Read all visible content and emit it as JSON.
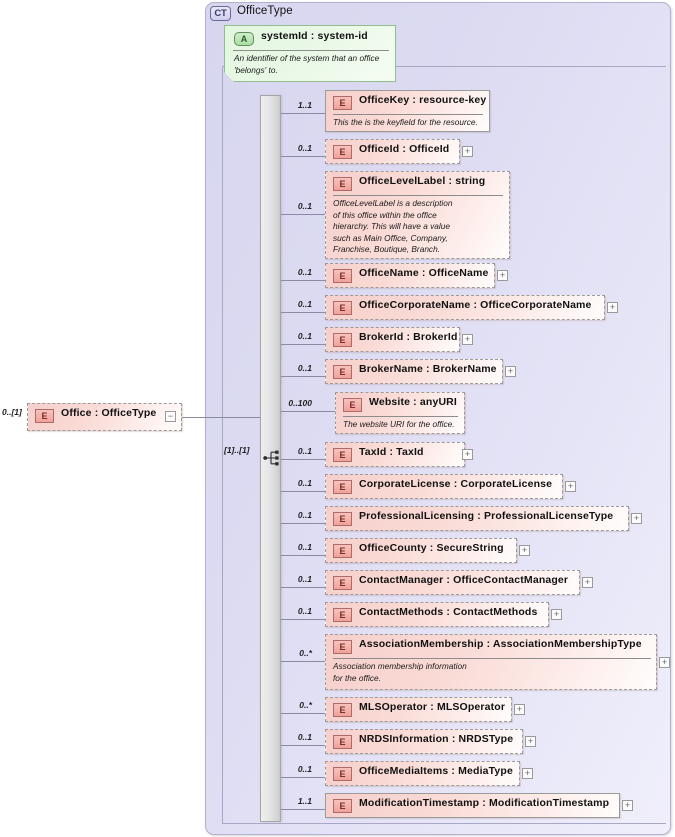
{
  "diagram": {
    "kind": "xsd-schema-diagram",
    "complex_type": {
      "badge": "CT",
      "title": "OfficeType"
    },
    "root_element": {
      "badge": "E",
      "cardinality": "0..[1]",
      "title": "Office       : OfficeType",
      "toggle": "−"
    },
    "sequence": {
      "cardinality": "[1]..[1]",
      "icon": "sequence-compositor-icon"
    },
    "attribute": {
      "badge": "A",
      "title": "systemId : system-id",
      "annotation": "An identifier of the system that an office 'belongs' to."
    },
    "elements": [
      {
        "badge": "E",
        "cardinality": "1..1",
        "title": "OfficeKey : resource-key",
        "annotation": "This the is the keyfield for the resource.",
        "required": true,
        "toggle": null
      },
      {
        "badge": "E",
        "cardinality": "0..1",
        "title": "OfficeId   : OfficeId",
        "annotation": null,
        "required": false,
        "toggle": "+"
      },
      {
        "badge": "E",
        "cardinality": "0..1",
        "title": "OfficeLevelLabel : string",
        "annotation": "OfficeLevelLabel is a description\nof this office within the office\nhierarchy. This will have a value\nsuch as Main Office, Company,\nFranchise, Boutique, Branch.",
        "required": false,
        "toggle": null
      },
      {
        "badge": "E",
        "cardinality": "0..1",
        "title": "OfficeName : OfficeName",
        "annotation": null,
        "required": false,
        "toggle": "+"
      },
      {
        "badge": "E",
        "cardinality": "0..1",
        "title": "OfficeCorporateName : OfficeCorporateName",
        "annotation": null,
        "required": false,
        "toggle": "+"
      },
      {
        "badge": "E",
        "cardinality": "0..1",
        "title": "BrokerId : BrokerId",
        "annotation": null,
        "required": false,
        "toggle": "+"
      },
      {
        "badge": "E",
        "cardinality": "0..1",
        "title": "BrokerName : BrokerName",
        "annotation": null,
        "required": false,
        "toggle": "+"
      },
      {
        "badge": "E",
        "cardinality": "0..100",
        "title": "Website  : anyURI",
        "annotation": "The website URI for the office.",
        "required": false,
        "toggle": null
      },
      {
        "badge": "E",
        "cardinality": "0..1",
        "title": "TaxId      : TaxId",
        "annotation": null,
        "required": false,
        "toggle": "+"
      },
      {
        "badge": "E",
        "cardinality": "0..1",
        "title": "CorporateLicense : CorporateLicense",
        "annotation": null,
        "required": false,
        "toggle": "+"
      },
      {
        "badge": "E",
        "cardinality": "0..1",
        "title": "ProfessionalLicensing : ProfessionalLicenseType",
        "annotation": null,
        "required": false,
        "toggle": "+"
      },
      {
        "badge": "E",
        "cardinality": "0..1",
        "title": "OfficeCounty : SecureString",
        "annotation": null,
        "required": false,
        "toggle": "+"
      },
      {
        "badge": "E",
        "cardinality": "0..1",
        "title": "ContactManager : OfficeContactManager",
        "annotation": null,
        "required": false,
        "toggle": "+"
      },
      {
        "badge": "E",
        "cardinality": "0..1",
        "title": "ContactMethods : ContactMethods",
        "annotation": null,
        "required": false,
        "toggle": "+"
      },
      {
        "badge": "E",
        "cardinality": "0..*",
        "title": "AssociationMembership : AssociationMembershipType",
        "annotation": "Association membership information\nfor the office.",
        "required": false,
        "toggle": "+"
      },
      {
        "badge": "E",
        "cardinality": "0..*",
        "title": "MLSOperator : MLSOperator",
        "annotation": null,
        "required": false,
        "toggle": "+"
      },
      {
        "badge": "E",
        "cardinality": "0..1",
        "title": "NRDSInformation : NRDSType",
        "annotation": null,
        "required": false,
        "toggle": "+"
      },
      {
        "badge": "E",
        "cardinality": "0..1",
        "title": "OfficeMediaItems : MediaType",
        "annotation": null,
        "required": false,
        "toggle": "+"
      },
      {
        "badge": "E",
        "cardinality": "1..1",
        "title": "ModificationTimestamp : ModificationTimestamp",
        "annotation": null,
        "required": true,
        "toggle": "+"
      }
    ],
    "colors": {
      "container_bg": "#dcdbf2",
      "container_border": "#b3b2cc",
      "element_bg": "#fadbd6",
      "element_badge": "#efa29b",
      "attribute_bg": "#ebf9e8",
      "attribute_badge": "#a9dea4",
      "compositor_bar": "#e4e4e4",
      "connector_line": "#8a8aa5"
    }
  }
}
